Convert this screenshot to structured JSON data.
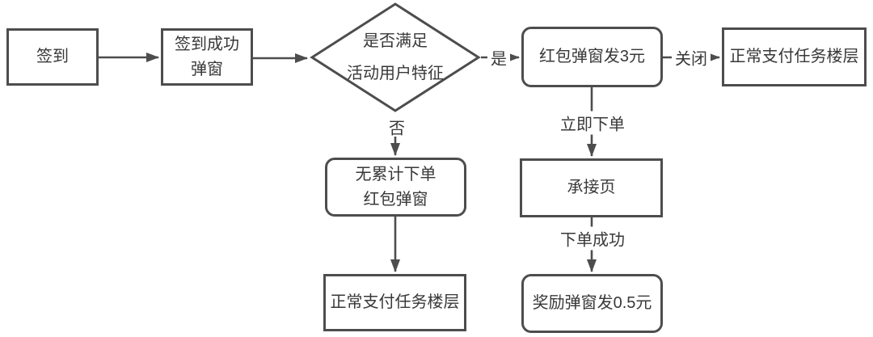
{
  "diagram_type": "flowchart",
  "colors": {
    "line": "#4d4d4d",
    "text": "#383838",
    "background": "#ffffff"
  },
  "nodes": {
    "signin": {
      "label": "签到",
      "shape": "rect"
    },
    "signin_popup": {
      "line1": "签到成功",
      "line2": "弹窗",
      "shape": "rect"
    },
    "decision": {
      "line1": "是否满足",
      "line2": "活动用户特征",
      "shape": "diamond"
    },
    "redpacket": {
      "label": "红包弹窗发3元",
      "shape": "rounded-rect"
    },
    "normal_pay_right": {
      "label": "正常支付任务楼层",
      "shape": "rect"
    },
    "no_cumulative": {
      "line1": "无累计下单",
      "line2": "红包弹窗",
      "shape": "rounded-rect"
    },
    "landing": {
      "label": "承接页",
      "shape": "rect"
    },
    "normal_pay_bottom": {
      "label": "正常支付任务楼层",
      "shape": "rect"
    },
    "reward": {
      "label": "奖励弹窗发0.5元",
      "shape": "rounded-rect"
    }
  },
  "edge_labels": {
    "yes": "是",
    "no": "否",
    "close": "关闭",
    "order_now": "立即下单",
    "order_success": "下单成功"
  },
  "edges": [
    {
      "from": "signin",
      "to": "signin_popup",
      "label": ""
    },
    {
      "from": "signin_popup",
      "to": "decision",
      "label": ""
    },
    {
      "from": "decision",
      "to": "redpacket",
      "label": "是"
    },
    {
      "from": "redpacket",
      "to": "normal_pay_right",
      "label": "关闭"
    },
    {
      "from": "decision",
      "to": "no_cumulative",
      "label": "否"
    },
    {
      "from": "no_cumulative",
      "to": "normal_pay_bottom",
      "label": ""
    },
    {
      "from": "redpacket",
      "to": "landing",
      "label": "立即下单"
    },
    {
      "from": "landing",
      "to": "reward",
      "label": "下单成功"
    }
  ]
}
